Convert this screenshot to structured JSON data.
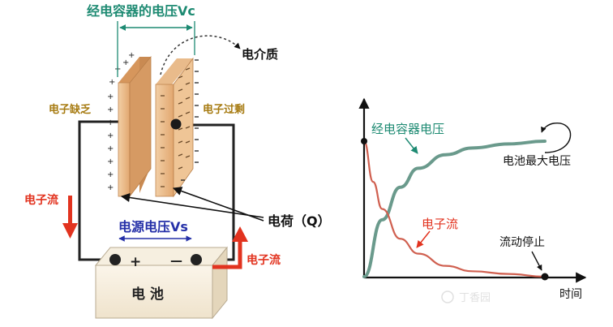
{
  "circuit": {
    "capacitor_voltage": "经电容器的电压Vc",
    "dielectric": "电介质",
    "electron_deficit": "电子缺乏",
    "electron_excess": "电子过剩",
    "charge": "电荷（Q）",
    "electron_flow_left": "电子流",
    "electron_flow_right": "电子流",
    "source_voltage": "电源电压Vs",
    "battery": "电 池",
    "plus": "+",
    "minus": "—"
  },
  "graph": {
    "capacitor_voltage_label": "经电容器电压",
    "max_voltage_label": "电池最大电压",
    "electron_flow_label": "电子流",
    "flow_stop_label": "流动停止",
    "x_axis_label": "时间"
  },
  "watermark": "丁香园",
  "colors": {
    "teal": "#1d8a72",
    "blue": "#2530a8",
    "red": "#e2331f",
    "gold": "#a67a10",
    "plate": "#e9b98a",
    "voltage_curve": "#6a9a8c",
    "current_curve": "#d06050"
  },
  "chart_data": {
    "type": "line",
    "title": "",
    "xlabel": "时间",
    "ylabel": "",
    "series": [
      {
        "name": "经电容器电压",
        "x": [
          0,
          0.1,
          0.2,
          0.3,
          0.45,
          0.6,
          0.8,
          1.0
        ],
        "values": [
          0,
          0.42,
          0.66,
          0.8,
          0.9,
          0.95,
          0.98,
          1.0
        ]
      },
      {
        "name": "电子流",
        "x": [
          0,
          0.05,
          0.1,
          0.2,
          0.3,
          0.45,
          0.6,
          0.8,
          1.0
        ],
        "values": [
          1.0,
          0.7,
          0.5,
          0.28,
          0.17,
          0.08,
          0.04,
          0.02,
          0.0
        ]
      }
    ],
    "annotations": [
      "电池最大电压",
      "流动停止"
    ]
  }
}
